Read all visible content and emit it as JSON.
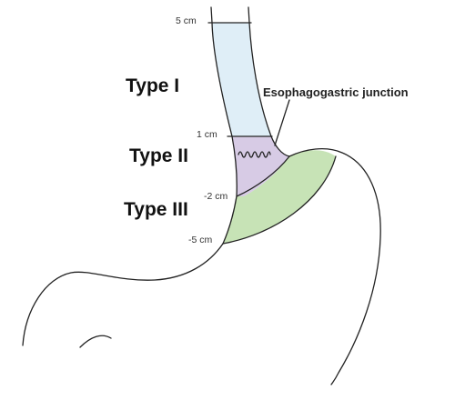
{
  "colors": {
    "type_i_region": "#dfeef7",
    "type_ii_region": "#d7cbe5",
    "type_iii_region": "#c7e3b6",
    "outline": "#222222"
  },
  "labels": {
    "type_i": "Type I",
    "type_ii": "Type II",
    "type_iii": "Type III",
    "esophagogastric_junction": "Esophagogastric junction"
  },
  "markers": {
    "plus_5": "5 cm",
    "plus_1": "1 cm",
    "minus_2": "-2 cm",
    "minus_5": "-5 cm"
  }
}
